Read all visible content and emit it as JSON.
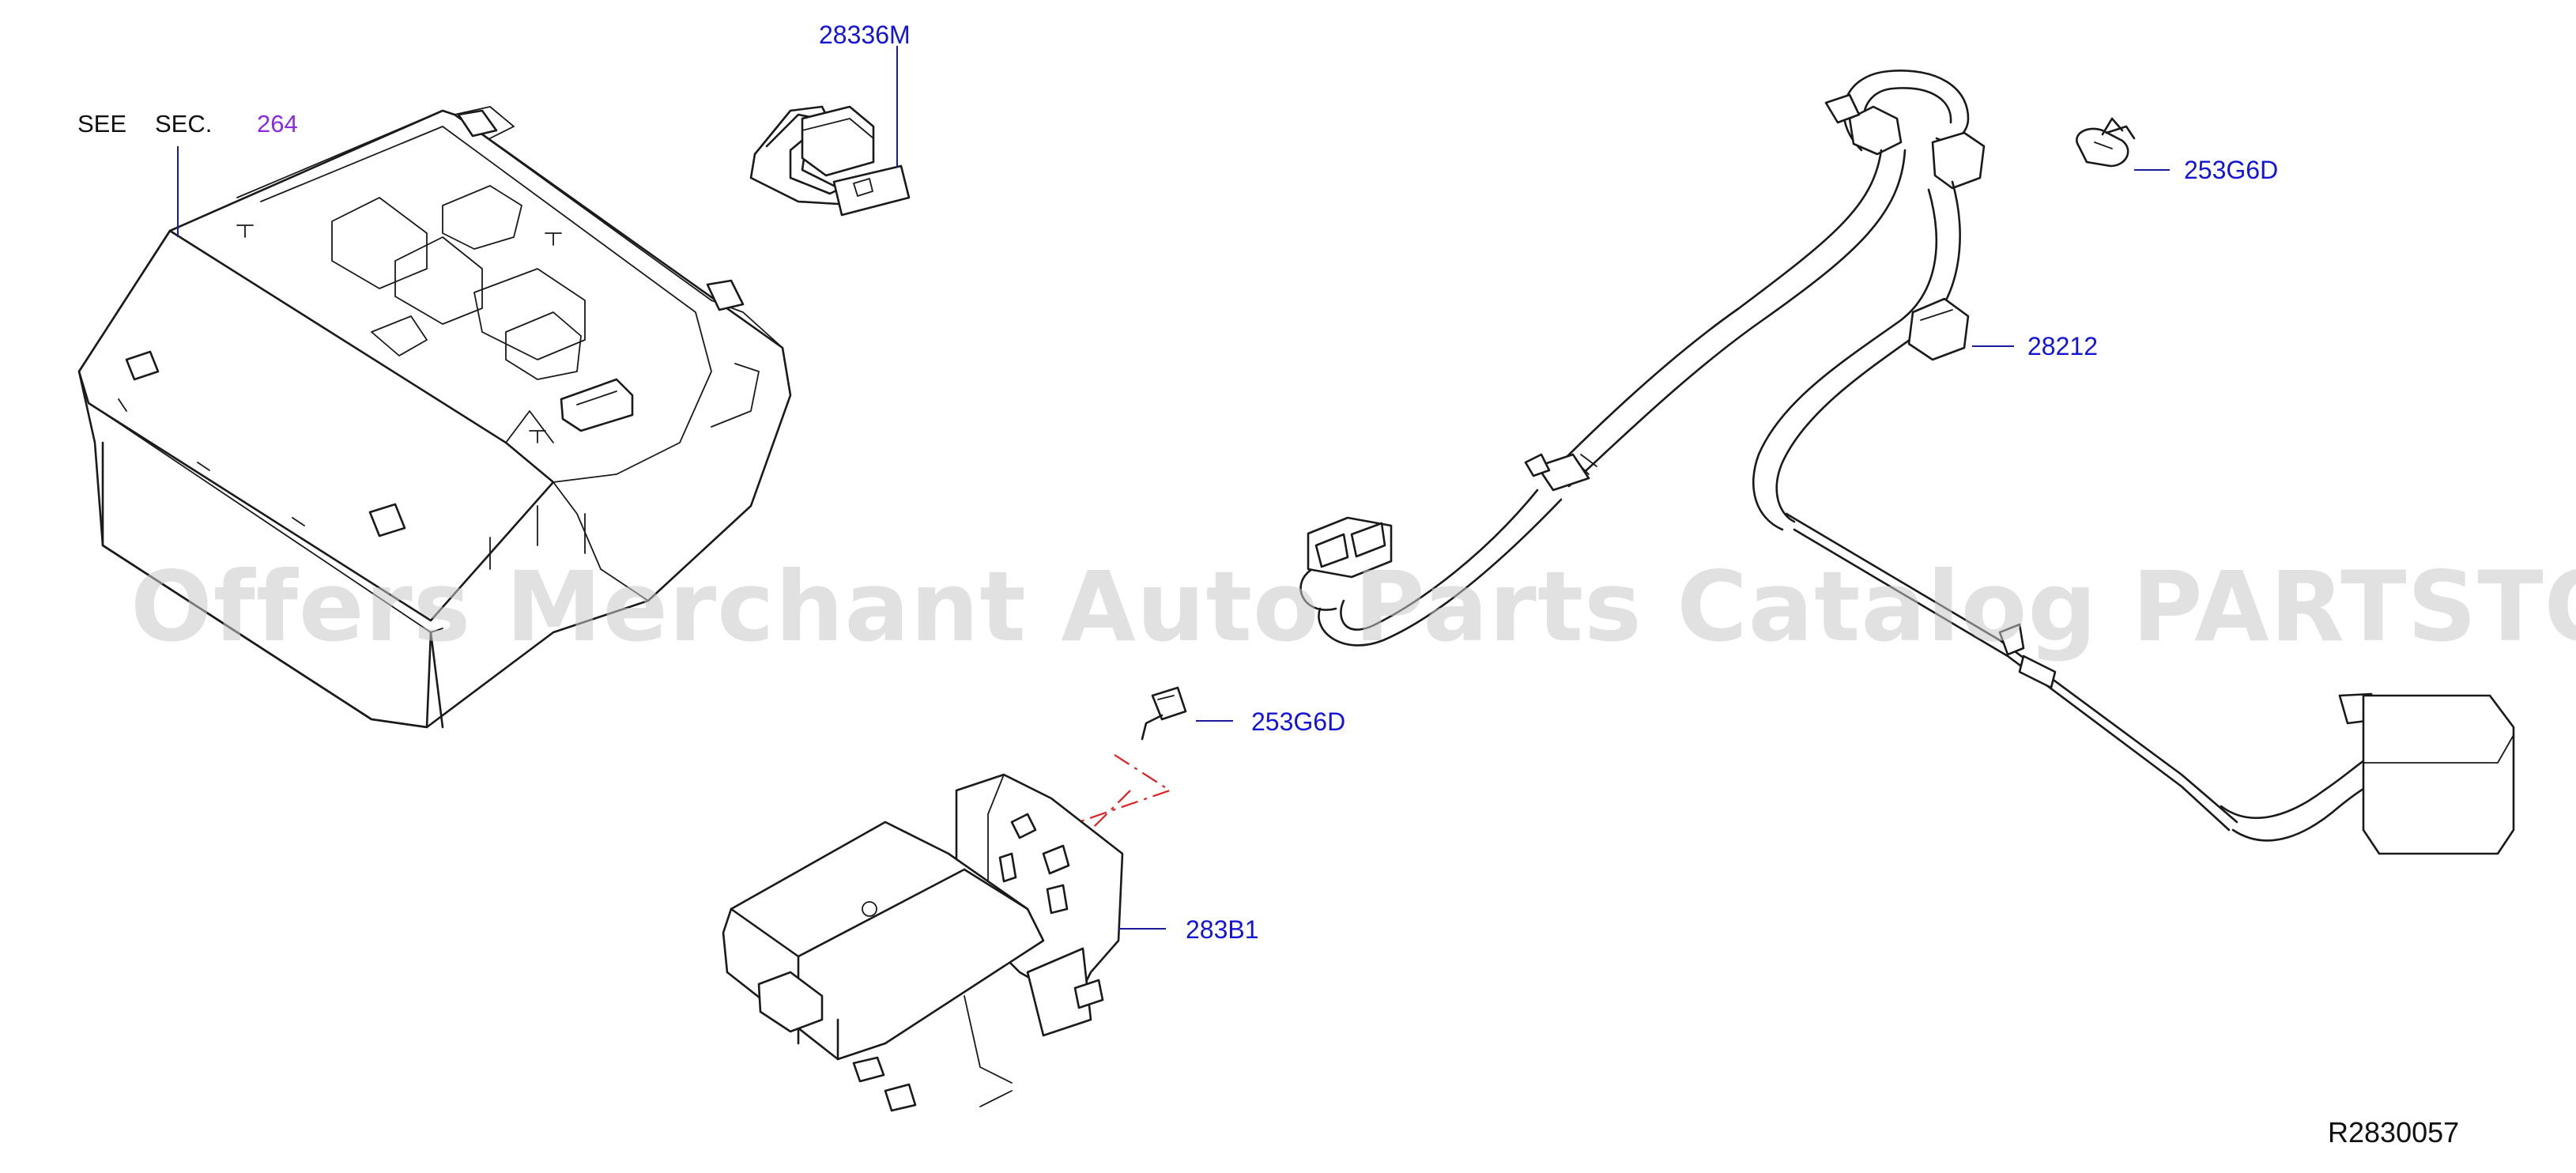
{
  "colors": {
    "part_label": "#1414d6",
    "section_ref": "#8a2be2",
    "outline": "#1a1a1a",
    "mounting_dash": "#e02020",
    "watermark": "#c8c8c8"
  },
  "see_section": {
    "see": "SEE",
    "sec": "SEC.",
    "number": "264"
  },
  "callouts": {
    "antenna_feeder_connector": "28336M",
    "clip_upper_right": "253G6D",
    "feeder_harness": "28212",
    "clip_center": "253G6D",
    "module_bracket": "283B1"
  },
  "diagram_id": "R2830057",
  "watermark": "Offers Merchant Auto Parts Catalog PARTSTORE.SA"
}
